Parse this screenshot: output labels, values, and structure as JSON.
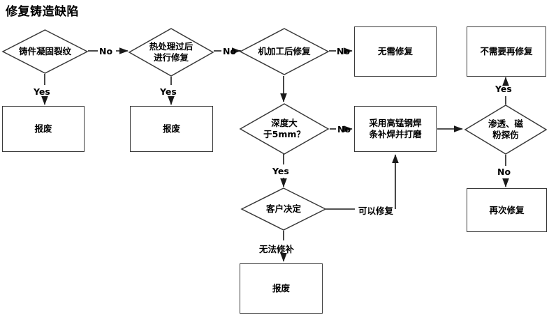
{
  "title": "修复铸造缺陷",
  "colors": {
    "stroke": "#3a3a3a",
    "line": "#1a1a1a",
    "text": "#000000",
    "background": "#ffffff"
  },
  "nodes": {
    "solidification_crack": {
      "label": "铸件凝固裂纹",
      "shape": "diamond"
    },
    "scrap_1": {
      "label": "报废",
      "shape": "box"
    },
    "heat_treat_repair": {
      "label": "热处理过后\n进行修复",
      "line1": "热处理过后",
      "line2": "进行修复",
      "shape": "diamond"
    },
    "scrap_2": {
      "label": "报废",
      "shape": "box"
    },
    "machining_repair": {
      "label": "机加工后修复",
      "shape": "diamond"
    },
    "no_repair_needed": {
      "label": "无需修复",
      "shape": "box"
    },
    "no_further_repair": {
      "label": "不需要再修复",
      "shape": "box"
    },
    "depth_over_5mm": {
      "label": "深度大\n于5mm？",
      "line1": "深度大",
      "line2": "于5mm？",
      "shape": "diamond"
    },
    "weld_high_mn": {
      "label": "采用高锰钢焊\n条补焊并打磨",
      "line1": "采用高锰钢焊",
      "line2": "条补焊并打磨",
      "shape": "box"
    },
    "penetrant_magnetic": {
      "label": "渗透、磁\n粉探伤",
      "line1": "渗透、磁",
      "line2": "粉探伤",
      "shape": "diamond"
    },
    "repair_again": {
      "label": "再次修复",
      "shape": "box"
    },
    "customer_decision": {
      "label": "客户决定",
      "shape": "diamond"
    },
    "scrap_3": {
      "label": "报废",
      "shape": "box"
    }
  },
  "edge_labels": {
    "crack_no": "No",
    "crack_yes": "Yes",
    "heat_no": "No",
    "heat_yes": "Yes",
    "machining_no": "No",
    "depth_no": "No",
    "depth_yes": "Yes",
    "inspect_yes": "Yes",
    "inspect_no": "No",
    "customer_repairable": "可以修复",
    "customer_unrepairable": "无法修补"
  }
}
